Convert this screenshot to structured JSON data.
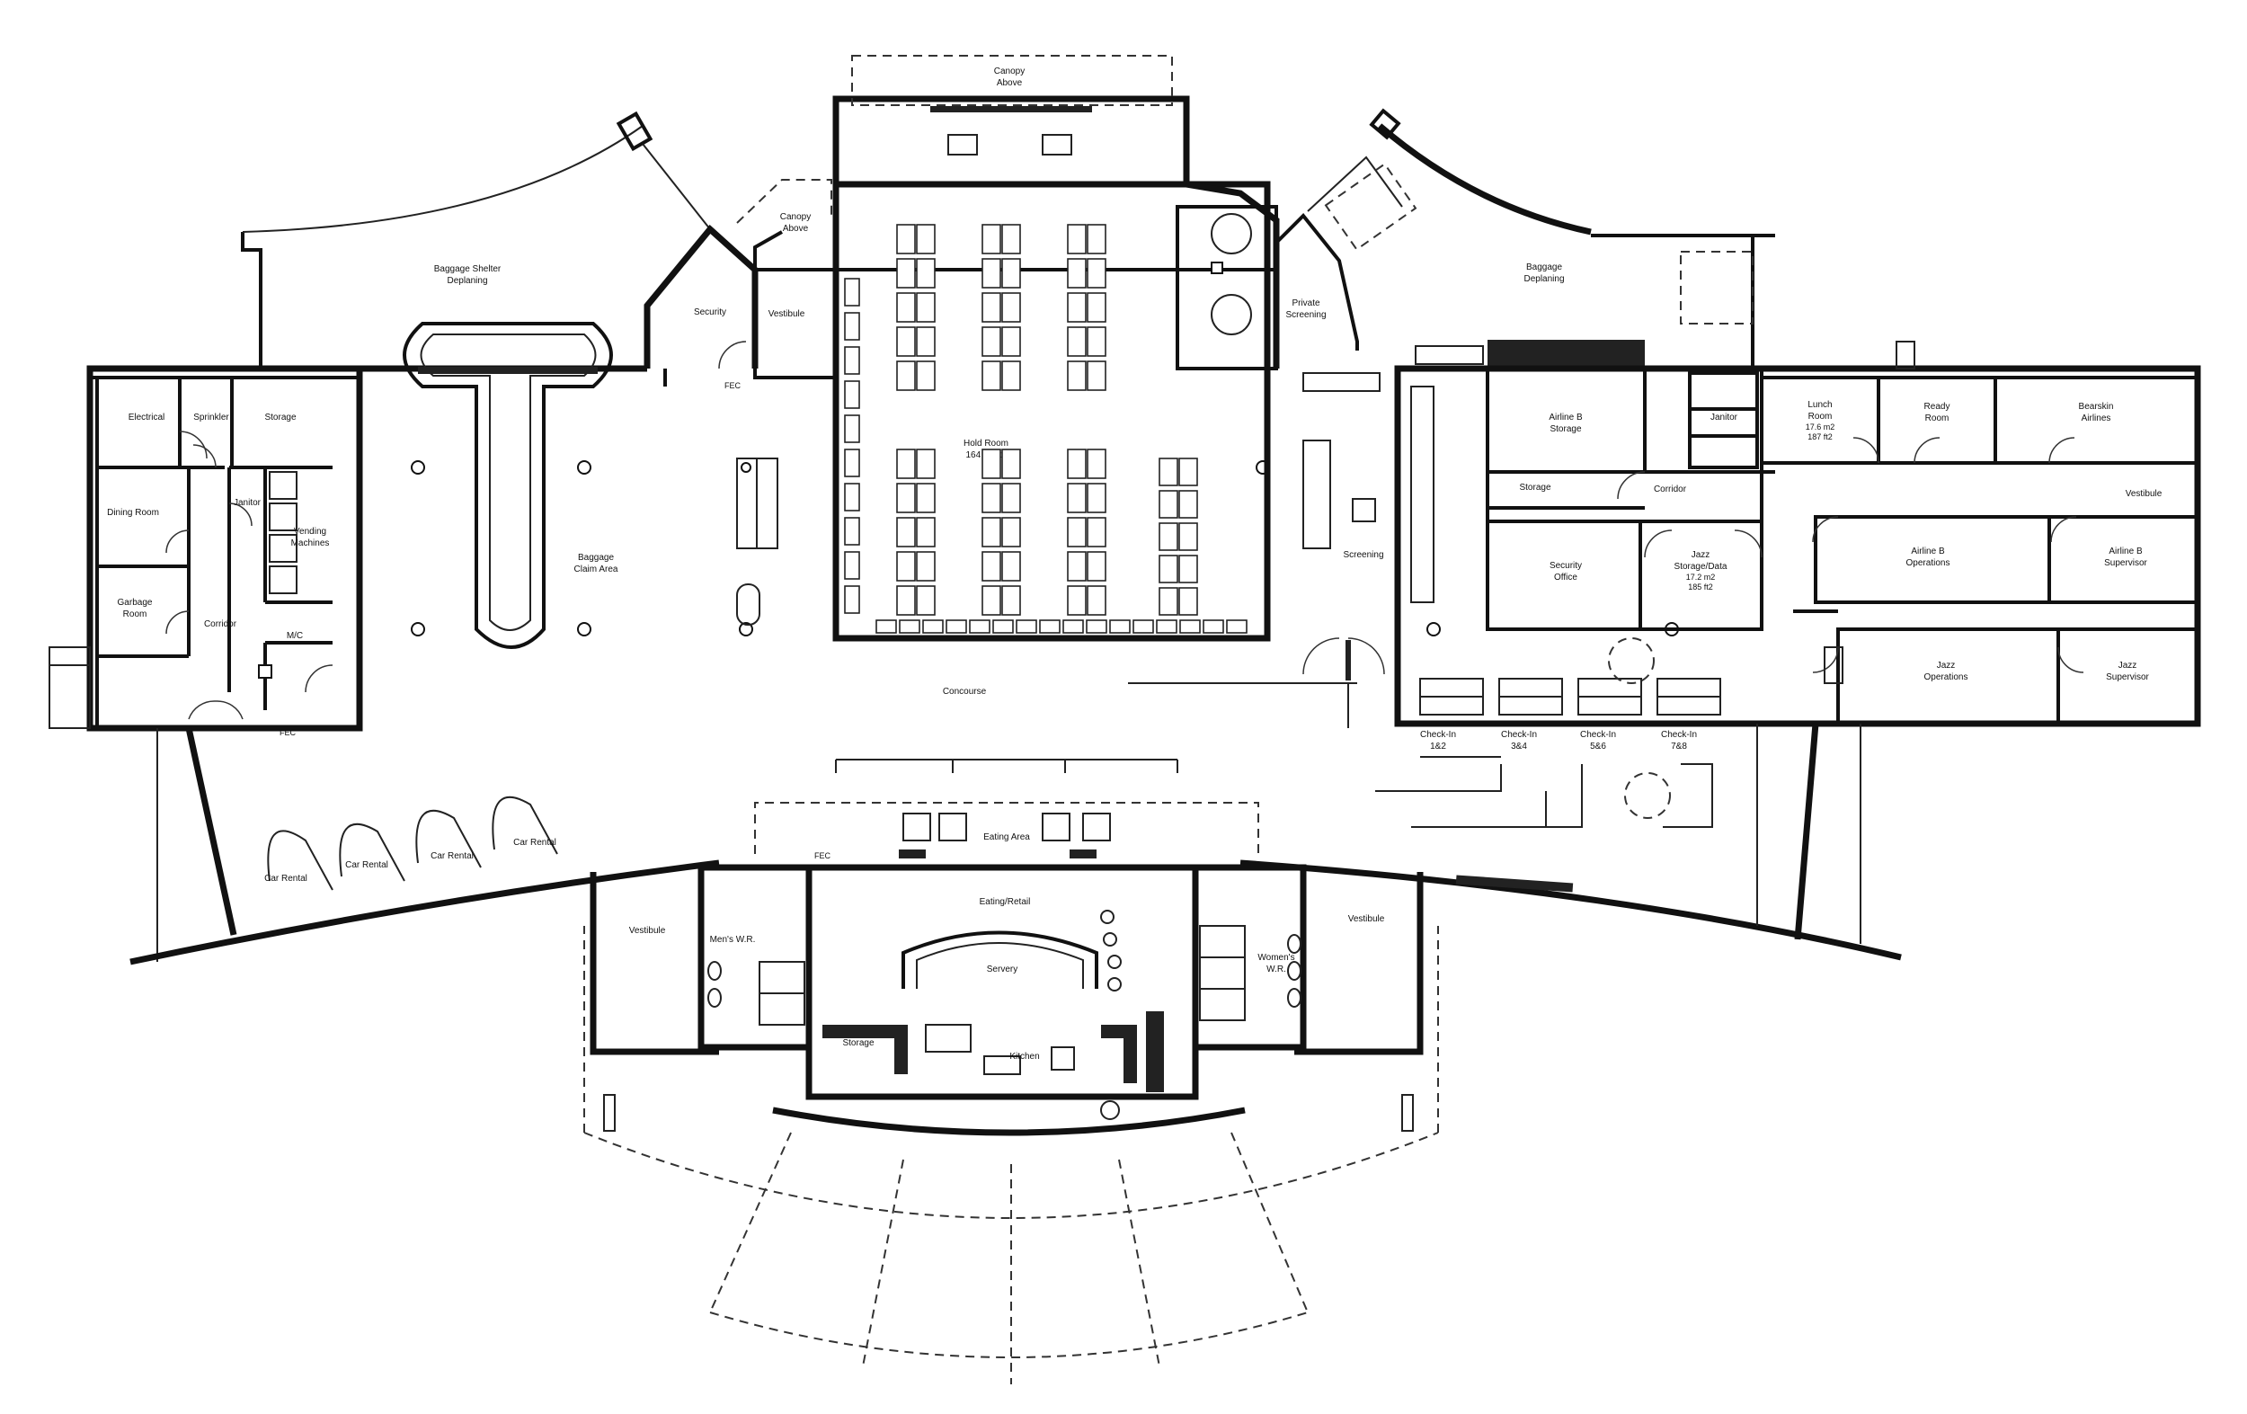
{
  "rooms": {
    "canopy_above_top": [
      "Canopy",
      "Above"
    ],
    "canopy_above_left": [
      "Canopy",
      "Above"
    ],
    "baggage_shelter": [
      "Baggage Shelter",
      "Deplaning"
    ],
    "baggage_deplaning": [
      "Baggage",
      "Deplaning"
    ],
    "security": "Security",
    "vestibule_north": "Vestibule",
    "private_screening": [
      "Private",
      "Screening"
    ],
    "electrical": "Electrical",
    "sprinkler": "Sprinkler",
    "storage_west": "Storage",
    "dining_room": "Dining Room",
    "janitor": "Janitor",
    "vending_machines": [
      "Vending",
      "Machines"
    ],
    "garbage_room": [
      "Garbage",
      "Room"
    ],
    "corridor_west": "Corridor",
    "mc": "M/C",
    "fec_west": "FEC",
    "fec_north": "FEC",
    "fec_south": "FEC",
    "baggage_claim": [
      "Baggage",
      "Claim Area"
    ],
    "hold_room": [
      "Hold Room",
      "164 Seats"
    ],
    "screening": "Screening",
    "airline_b_storage": [
      "Airline B",
      "Storage"
    ],
    "storage_east": "Storage",
    "corridor_east": "Corridor",
    "security_office": [
      "Security",
      "Office"
    ],
    "jazz_storage": [
      "Jazz",
      "Storage/Data",
      "17.2 m2",
      "185 ft2"
    ],
    "lunch_room": [
      "Lunch",
      "Room",
      "17.6 m2",
      "187 ft2"
    ],
    "ready_room": [
      "Ready",
      "Room"
    ],
    "bearskin": [
      "Bearskin",
      "Airlines"
    ],
    "vestibule_east": "Vestibule",
    "janitor_east": "Janitor",
    "airline_b_operations": [
      "Airline B",
      "Operations"
    ],
    "airline_b_supervisor": [
      "Airline B",
      "Supervisor"
    ],
    "jazz_operations": [
      "Jazz",
      "Operations"
    ],
    "jazz_supervisor": [
      "Jazz",
      "Supervisor"
    ],
    "concourse": "Concourse",
    "checkin_1": [
      "Check-In",
      "1&2"
    ],
    "checkin_2": [
      "Check-In",
      "3&4"
    ],
    "checkin_3": [
      "Check-In",
      "5&6"
    ],
    "checkin_4": [
      "Check-In",
      "7&8"
    ],
    "eating_area": "Eating Area",
    "eating_retail": "Eating/Retail",
    "car_rental_1": "Car Rental",
    "car_rental_2": "Car Rental",
    "car_rental_3": "Car Rental",
    "car_rental_4": "Car Rental",
    "vestibule_sw": "Vestibule",
    "vestibule_se": "Vestibule",
    "mens_wr": [
      "Men's W.R."
    ],
    "womens_wr": [
      "Women's",
      "W.R."
    ],
    "servery": "Servery",
    "storage_kitchen": "Storage",
    "kitchen": "Kitchen"
  }
}
